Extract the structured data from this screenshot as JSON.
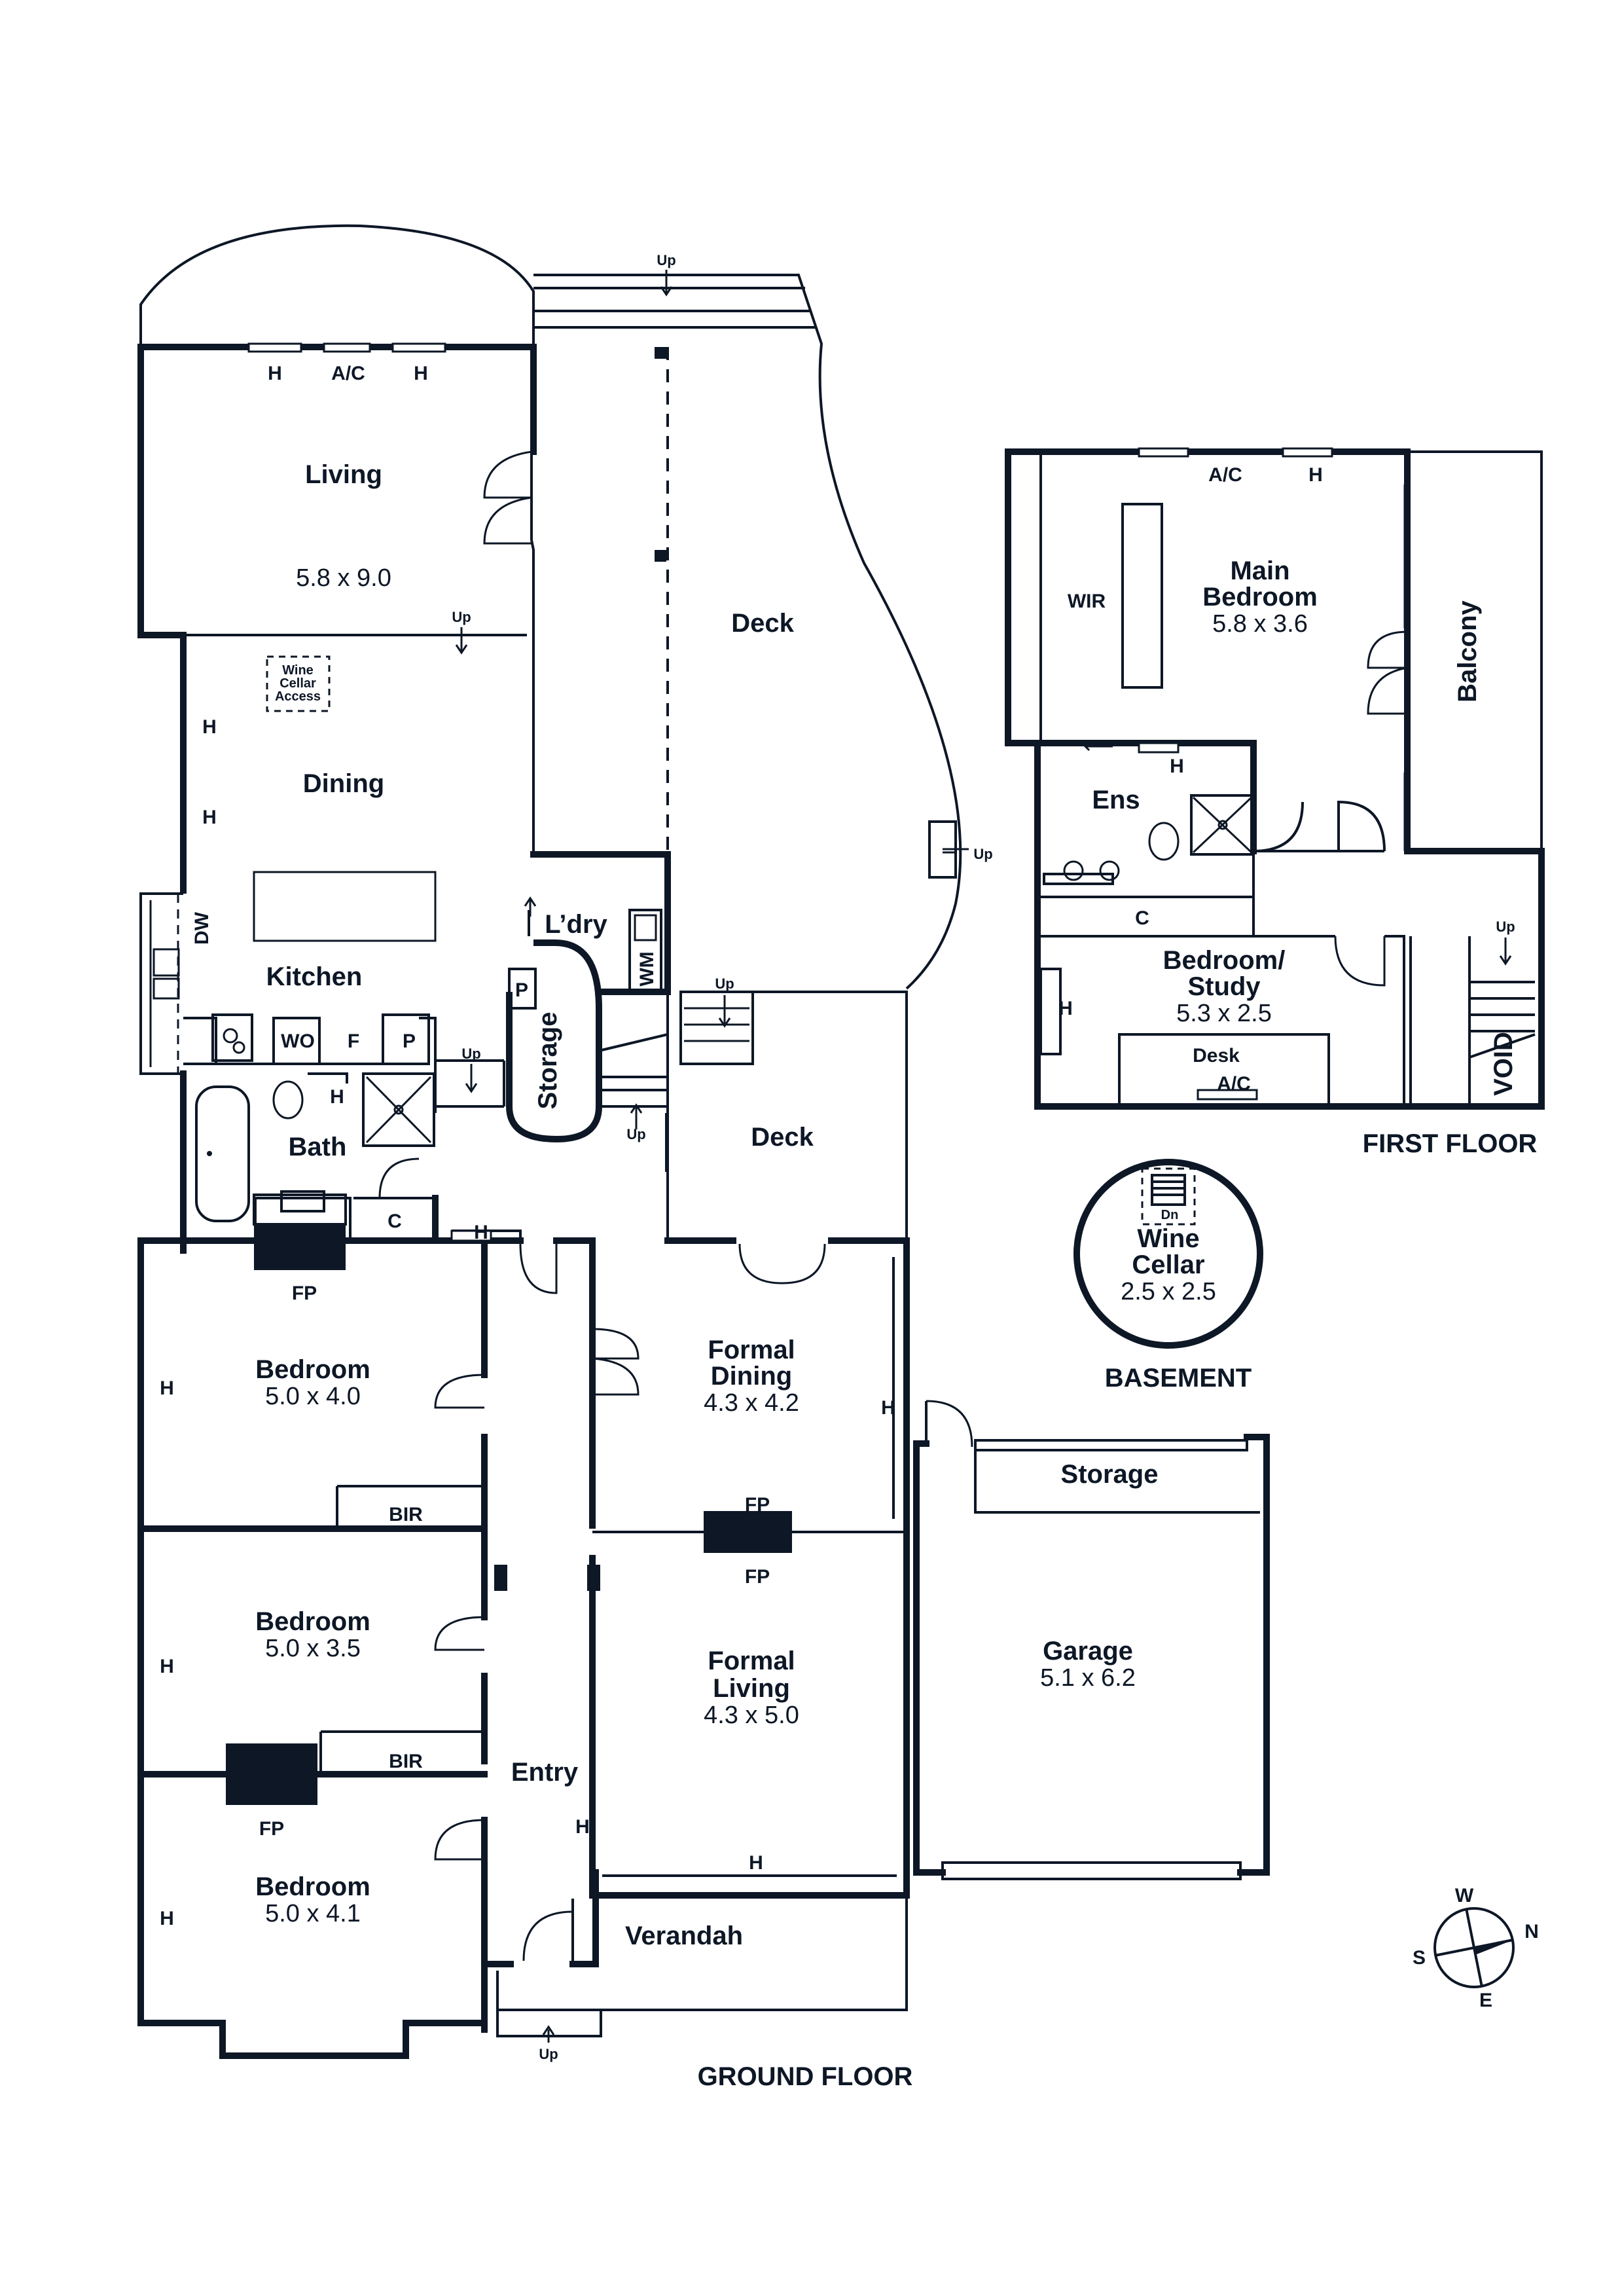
{
  "floors": {
    "ground": "GROUND FLOOR",
    "first": "FIRST FLOOR",
    "basement": "BASEMENT"
  },
  "rooms": {
    "living": {
      "name": "Living",
      "size": "5.8 x 9.0"
    },
    "dining": {
      "name": "Dining"
    },
    "kitchen": {
      "name": "Kitchen"
    },
    "deck_main": {
      "name": "Deck"
    },
    "deck_small": {
      "name": "Deck"
    },
    "laundry": {
      "name": "L’dry"
    },
    "storage_small": {
      "name": "Storage"
    },
    "bath": {
      "name": "Bath"
    },
    "bedroom1": {
      "name": "Bedroom",
      "size": "5.0 x 4.0"
    },
    "bedroom2": {
      "name": "Bedroom",
      "size": "5.0 x 3.5"
    },
    "bedroom3": {
      "name": "Bedroom",
      "size": "5.0 x 4.1"
    },
    "formal_dining": {
      "name_line1": "Formal",
      "name_line2": "Dining",
      "size": "4.3 x 4.2"
    },
    "formal_living": {
      "name_line1": "Formal",
      "name_line2": "Living",
      "size": "4.3 x 5.0"
    },
    "entry": {
      "name": "Entry"
    },
    "verandah": {
      "name": "Verandah"
    },
    "garage": {
      "name": "Garage",
      "size": "5.1 x 6.2"
    },
    "garage_storage": {
      "name": "Storage"
    },
    "main_bedroom": {
      "name_line1": "Main",
      "name_line2": "Bedroom",
      "size": "5.8 x 3.6"
    },
    "ens": {
      "name": "Ens"
    },
    "bedroom_study": {
      "name_line1": "Bedroom/",
      "name_line2": "Study",
      "size": "5.3 x 2.5"
    },
    "balcony": {
      "name": "Balcony"
    },
    "wine_cellar": {
      "name_line1": "Wine",
      "name_line2": "Cellar",
      "size": "2.5 x 2.5"
    }
  },
  "labels": {
    "up": "Up",
    "dn": "Dn",
    "heater": "H",
    "ac": "A/C",
    "fireplace": "FP",
    "bir": "BIR",
    "wir": "WIR",
    "dishwasher": "DW",
    "wall_oven": "WO",
    "fridge": "F",
    "pantry": "P",
    "cupboard": "C",
    "washing_machine": "WM",
    "desk": "Desk",
    "void": "VOID",
    "wine_access_1": "Wine",
    "wine_access_2": "Cellar",
    "wine_access_3": "Access"
  },
  "compass": {
    "w": "W",
    "n": "N",
    "s": "S",
    "e": "E"
  }
}
